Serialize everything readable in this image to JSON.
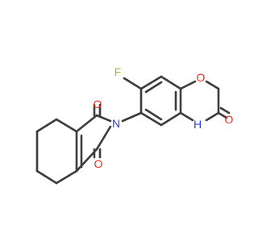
{
  "atoms": {
    "fluorine": {
      "label": "F",
      "color": "#8fc33b"
    },
    "ring_oxygen": {
      "label": "O",
      "color": "#e53022"
    },
    "imide_oxygen_top": {
      "label": "O",
      "color": "#e53022"
    },
    "imide_oxygen_bottom": {
      "label": "O",
      "color": "#e53022"
    },
    "imide_nitrogen": {
      "label": "N",
      "color": "#2b3ed9"
    },
    "lactam_nitrogen": {
      "label": "H",
      "color": "#2b3ed9"
    },
    "lactam_oxygen": {
      "label": "O",
      "color": "#e53022"
    }
  },
  "colors": {
    "bond": "#3b3b3b",
    "background": "#ffffff"
  }
}
